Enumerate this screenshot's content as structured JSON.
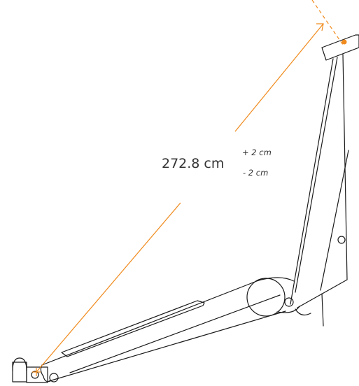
{
  "measurement": {
    "value": "272.8 cm",
    "tolerance_plus": "+ 2 cm",
    "tolerance_minus": "- 2 cm"
  },
  "colors": {
    "line": "#1a1a1a",
    "measure": "#f08a1c",
    "text": "#333333"
  }
}
